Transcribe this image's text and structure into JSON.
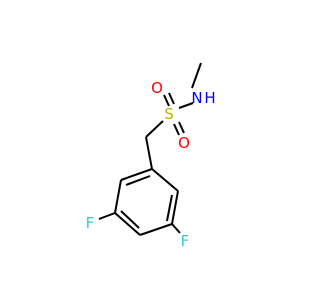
{
  "molecule": {
    "atoms": {
      "oxygen_top": {
        "symbol": "O",
        "color": "#ff0000"
      },
      "sulfur": {
        "symbol": "S",
        "color": "#b2b200"
      },
      "nitrogen": {
        "symbol": "N",
        "color": "#0000ff"
      },
      "hydrogen_on_n": {
        "symbol": "H",
        "color": "#0000ff"
      },
      "oxygen_bottom": {
        "symbol": "O",
        "color": "#ff0000"
      },
      "fluorine_left": {
        "symbol": "F",
        "color": "#33cccc"
      },
      "fluorine_right": {
        "symbol": "F",
        "color": "#33cccc"
      }
    },
    "bond_color": "#000000"
  }
}
